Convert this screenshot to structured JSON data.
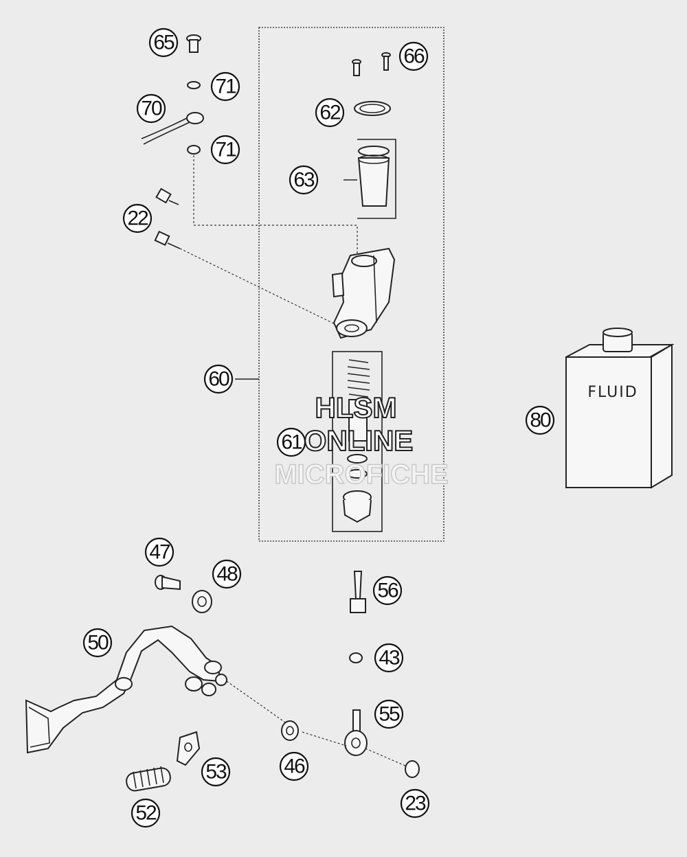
{
  "callouts": {
    "c65": "65",
    "c66": "66",
    "c71a": "71",
    "c70": "70",
    "c71b": "71",
    "c62": "62",
    "c63": "63",
    "c22": "22",
    "c60": "60",
    "c61": "61",
    "c80": "80",
    "c47": "47",
    "c48": "48",
    "c56": "56",
    "c50": "50",
    "c43": "43",
    "c55": "55",
    "c46": "46",
    "c53": "53",
    "c23": "23",
    "c52": "52"
  },
  "container_label": "FLUID",
  "watermark": {
    "line1": "HLSM",
    "line2": "ONLINE",
    "line3": "MICROFICHE"
  }
}
